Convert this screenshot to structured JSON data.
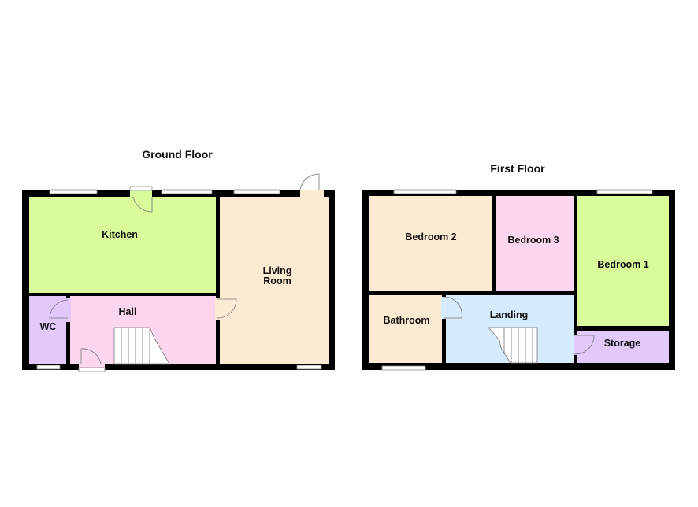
{
  "ground_floor": {
    "title": "Ground Floor",
    "rooms": {
      "kitchen": {
        "label": "Kitchen",
        "color": "#d9fb9a"
      },
      "living_room": {
        "label_line1": "Living",
        "label_line2": "Room",
        "color": "#fcebd2"
      },
      "hall": {
        "label": "Hall",
        "color": "#fcd6ee"
      },
      "wc": {
        "label": "WC",
        "color": "#e2c8fb"
      }
    }
  },
  "first_floor": {
    "title": "First Floor",
    "rooms": {
      "bedroom_2": {
        "label": "Bedroom 2",
        "color": "#fcebd2"
      },
      "bedroom_3": {
        "label": "Bedroom 3",
        "color": "#fcd6ee"
      },
      "bedroom_1": {
        "label": "Bedroom 1",
        "color": "#d9fb9a"
      },
      "bathroom": {
        "label": "Bathroom",
        "color": "#fcebd2"
      },
      "landing": {
        "label": "Landing",
        "color": "#d6ebfb"
      },
      "storage": {
        "label": "Storage",
        "color": "#e2c8fb"
      }
    }
  }
}
